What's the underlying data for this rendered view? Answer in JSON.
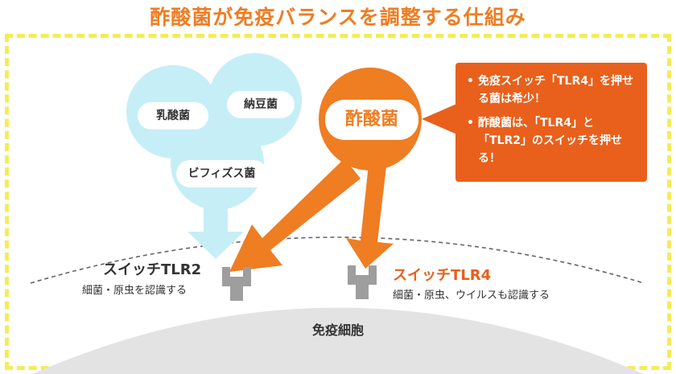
{
  "title": "酢酸菌が免疫バランスを調整する仕組み",
  "bacteria": {
    "lactic": "乳酸菌",
    "natto": "納豆菌",
    "bifidus": "ビフィズス菌",
    "acetic": "酢酸菌"
  },
  "callout": {
    "items": [
      "免疫スイッチ「TLR4」を押せる菌は希少！",
      "酢酸菌は、「TLR4」と「TLR2」のスイッチを押せる！"
    ],
    "bullet": "•"
  },
  "switch_tlr2": {
    "title": "スイッチTLR2",
    "desc": "細菌・原虫を認識する"
  },
  "switch_tlr4": {
    "title": "スイッチTLR4",
    "desc": "細菌・原虫、ウイルスも認識する"
  },
  "cell_label": "免疫細胞",
  "colors": {
    "title": "#ef7d22",
    "acetic": "#ef7d22",
    "callout": "#e8601c",
    "light_blue": "#c6eef7",
    "receptor": "#9e9e9e",
    "cell": "#e3e3e3",
    "border": "#f4ec58"
  }
}
